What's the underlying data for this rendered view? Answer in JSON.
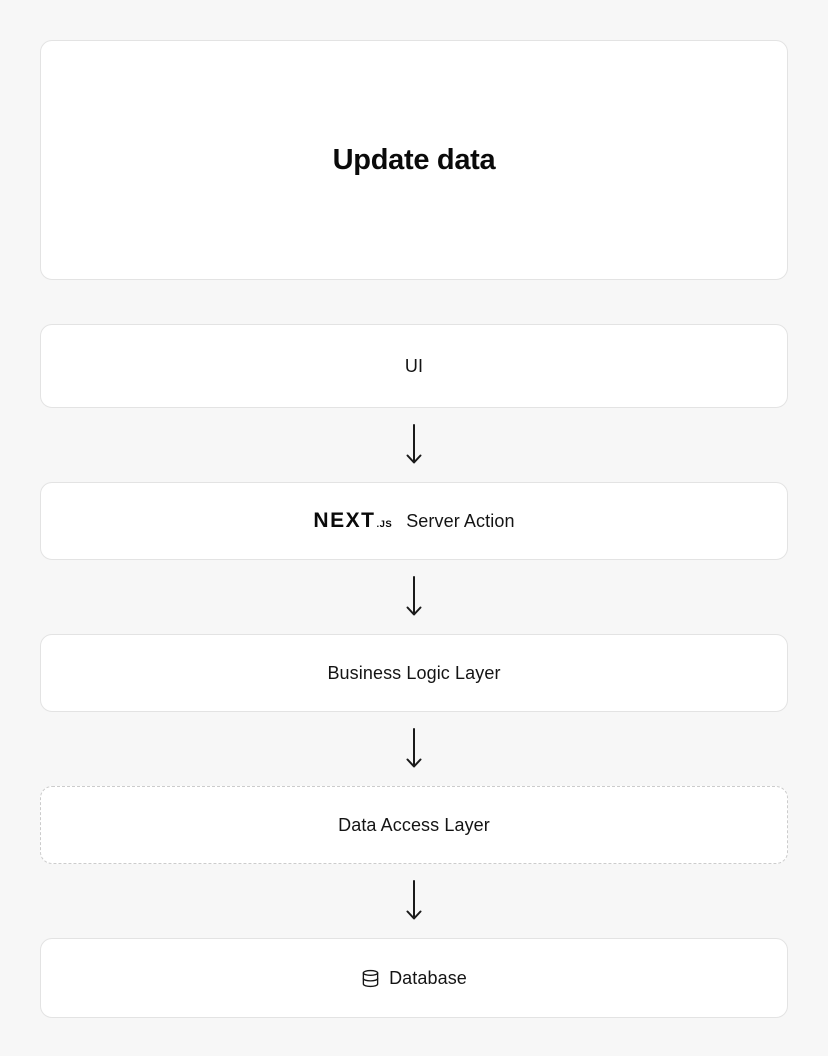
{
  "colors": {
    "background": "#f7f7f7",
    "card_background": "#ffffff",
    "card_border": "#e3e3e3",
    "dashed_border": "#cccccc",
    "text": "#141414",
    "arrow": "#1a1a1a"
  },
  "cards": {
    "update_data": {
      "label": "Update data"
    },
    "ui": {
      "label": "UI"
    },
    "server_action": {
      "brand": "NEXT",
      "brand_suffix": ".JS",
      "label": "Server Action"
    },
    "business_logic": {
      "label": "Business Logic Layer"
    },
    "data_access": {
      "label": "Data Access Layer"
    },
    "database": {
      "label": "Database"
    }
  },
  "icons": {
    "arrow": "arrow-down-icon",
    "database": "database-icon"
  }
}
